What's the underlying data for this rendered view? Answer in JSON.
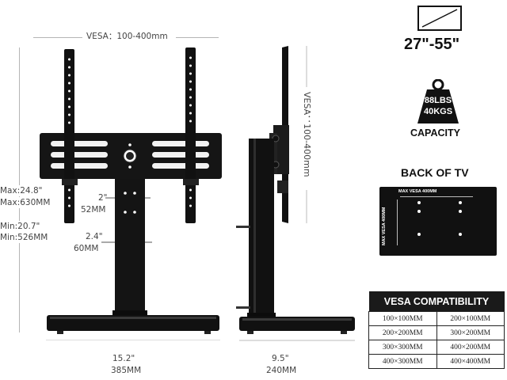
{
  "front_view": {
    "vesa_label": "VESA：100-400mm",
    "height_max_line1": "Max:24.8\"",
    "height_max_line2": "Max:630MM",
    "height_min_line1": "Min:20.7\"",
    "height_min_line2": "Min:526MM",
    "column_width_in": "2\"",
    "column_width_mm": "52MM",
    "column_gap_in": "2.4\"",
    "column_gap_mm": "60MM",
    "base_width_in": "15.2\"",
    "base_width_mm": "385MM"
  },
  "side_view": {
    "vesa_label": "VESA：100-400mm",
    "base_depth_in": "9.5\"",
    "base_depth_mm": "240MM"
  },
  "screen_size": "27\"-55\"",
  "weight": {
    "lbs": "88LBS",
    "kgs": "40KGS",
    "caption": "CAPACITY"
  },
  "back_of_tv": {
    "title": "BACK OF TV",
    "max_vesa_h": "MAX VESA 400MM",
    "max_vesa_v": "MAX VESA 400MM"
  },
  "vesa_table": {
    "title": "VESA COMPATIBILITY",
    "rows": [
      [
        "100×100MM",
        "200×100MM"
      ],
      [
        "200×200MM",
        "300×200MM"
      ],
      [
        "300×300MM",
        "400×200MM"
      ],
      [
        "400×300MM",
        "400×400MM"
      ]
    ]
  }
}
